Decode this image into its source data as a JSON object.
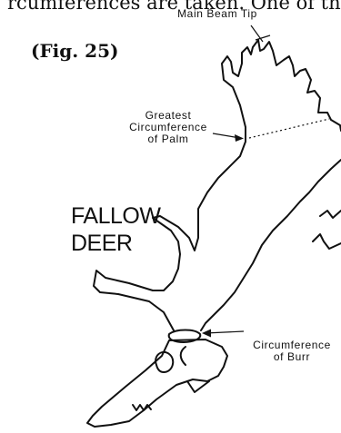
{
  "top_text": "rcumferences are taken. One of th",
  "figure_label": "(Fig. 25)",
  "title_lines": [
    "FALLOW",
    "DEER"
  ],
  "callouts": {
    "main_beam_tip": "Main Beam Tip",
    "greatest_circumference": [
      "Greatest",
      "Circumference",
      "of Palm"
    ],
    "circumference_burr": [
      "Circumference",
      "of Burr"
    ]
  }
}
